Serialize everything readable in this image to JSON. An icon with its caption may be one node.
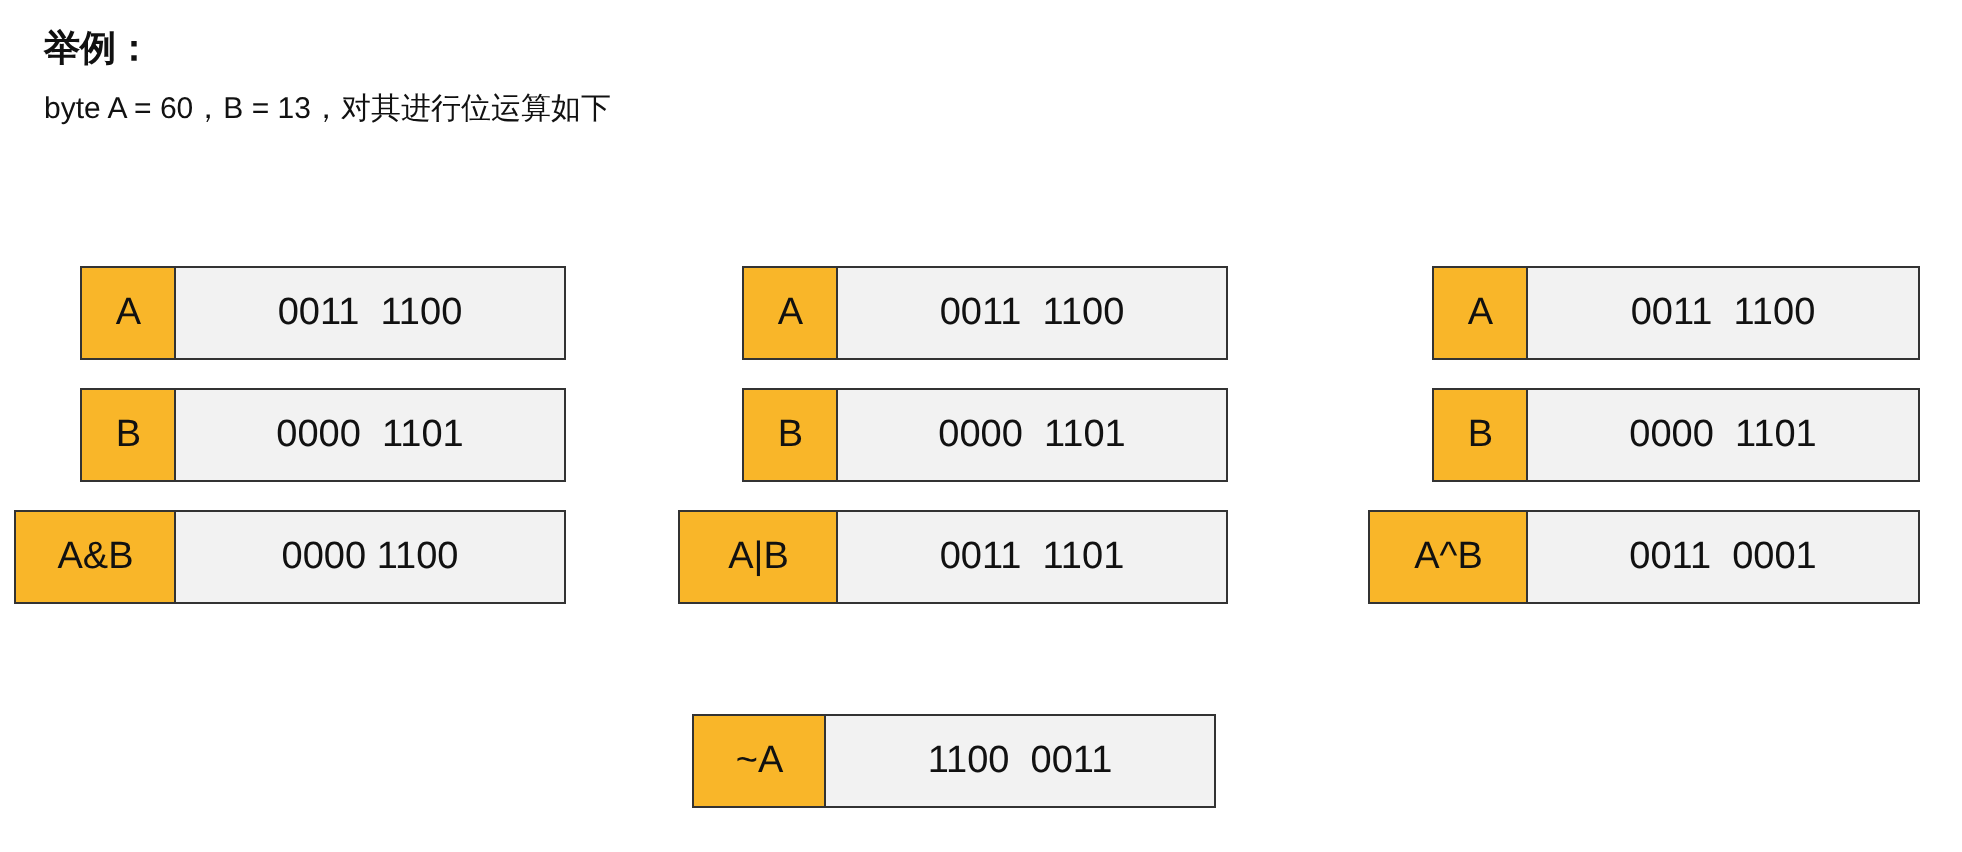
{
  "diagram": {
    "title": "举例：",
    "labels": [
      "byte A = 60，B = 13，对其进行位运算如下"
    ],
    "nodes": [
      {
        "text": [
          "A"
        ]
      },
      {
        "text": [
          "0011  1100"
        ]
      },
      {
        "text": [
          "B"
        ]
      },
      {
        "text": [
          "0000  1101"
        ]
      },
      {
        "text": [
          "A&B"
        ]
      },
      {
        "text": [
          "0000 1100"
        ]
      },
      {
        "text": [
          "A"
        ]
      },
      {
        "text": [
          "0011  1100"
        ]
      },
      {
        "text": [
          "B"
        ]
      },
      {
        "text": [
          "0000  1101"
        ]
      },
      {
        "text": [
          "A|B"
        ]
      },
      {
        "text": [
          "0011  1101"
        ]
      },
      {
        "text": [
          "A"
        ]
      },
      {
        "text": [
          "0011  1100"
        ]
      },
      {
        "text": [
          "B"
        ]
      },
      {
        "text": [
          "0000  1101"
        ]
      },
      {
        "text": [
          "A^B"
        ]
      },
      {
        "text": [
          "0011  0001"
        ]
      },
      {
        "text": [
          "~A"
        ]
      },
      {
        "text": [
          "1100  0011"
        ]
      }
    ],
    "edges": []
  }
}
